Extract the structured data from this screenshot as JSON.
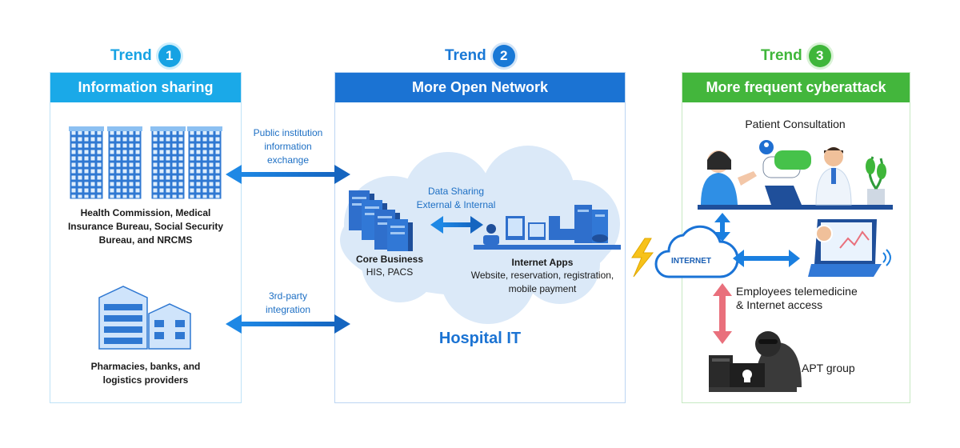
{
  "trends": [
    {
      "label": "Trend",
      "num": "1",
      "title": "Information sharing"
    },
    {
      "label": "Trend",
      "num": "2",
      "title": "More Open Network"
    },
    {
      "label": "Trend",
      "num": "3",
      "title": "More frequent cyberattack"
    }
  ],
  "panel1": {
    "agencies": "Health Commission, Medical Insurance Bureau, Social Security Bureau, and NRCMS",
    "partners": "Pharmacies, banks, and logistics providers"
  },
  "links": {
    "public": "Public institution information exchange",
    "third_party": "3rd-party integration"
  },
  "panel2": {
    "data_sharing": "Data Sharing External & Internal",
    "core_title": "Core Business",
    "core_sub": "HIS, PACS",
    "apps_title": "Internet Apps",
    "apps_sub": "Website, reservation, registration, mobile payment",
    "hospital": "Hospital IT"
  },
  "panel3": {
    "consultation": "Patient Consultation",
    "internet": "INTERNET",
    "telemedicine": "Employees telemedicine & Internet access",
    "apt": "APT group"
  },
  "colors": {
    "trend1": "#1aa9e8",
    "trend2": "#1b73d3",
    "trend3": "#43b63c",
    "arrow": "#1a7fe0",
    "threat_arrow": "#e9707c",
    "lightning": "#f7c21a"
  }
}
